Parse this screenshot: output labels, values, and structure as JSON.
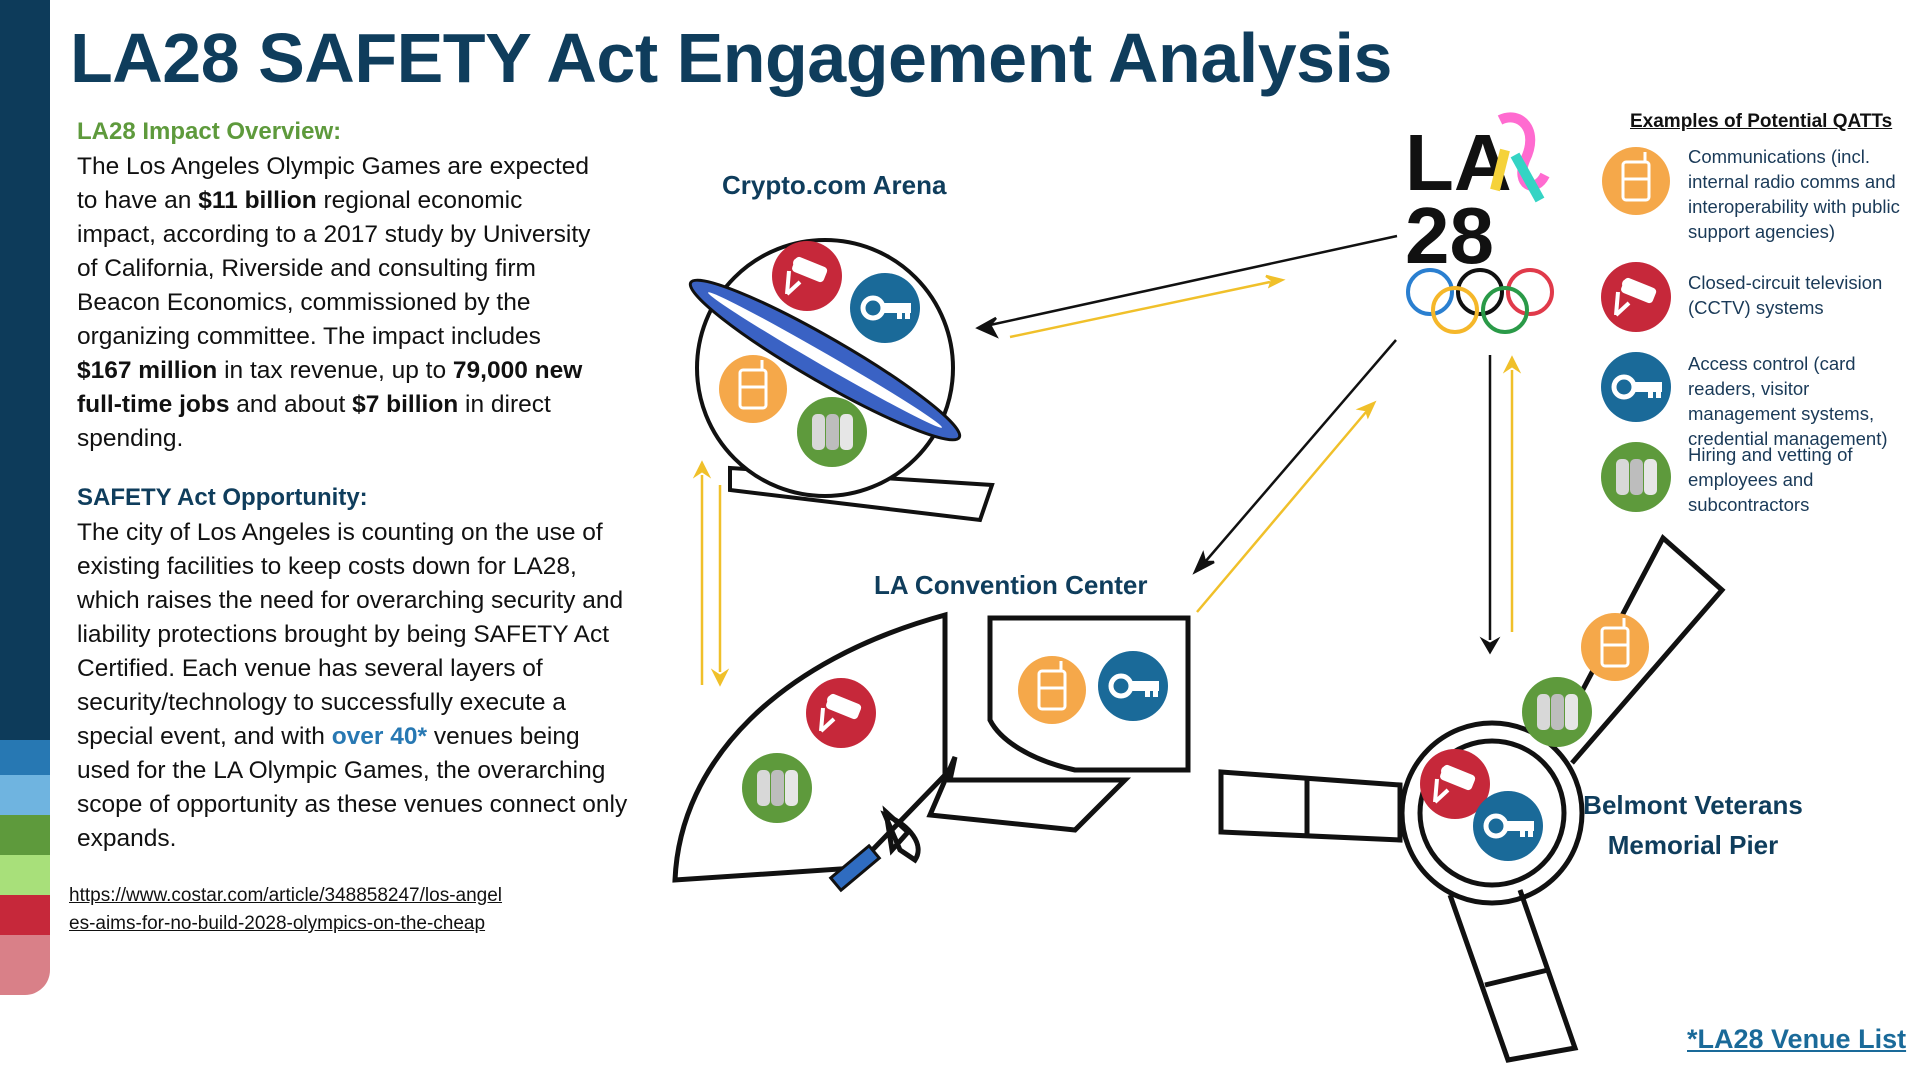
{
  "title": "LA28 SAFETY Act Engagement Analysis",
  "impact": {
    "heading": "LA28 Impact Overview:",
    "p1": "The Los Angeles Olympic Games are expected to have an ",
    "b1": "$11 billion",
    "p2": " regional economic impact, according to a 2017 study by University of California, Riverside and consulting firm Beacon Economics, commissioned by the organizing committee. The impact includes ",
    "b2": "$167 million",
    "p3": " in tax revenue, up to ",
    "b3": "79,000 new full-time jobs",
    "p4": " and about ",
    "b4": "$7 billion",
    "p5": " in direct spending."
  },
  "opportunity": {
    "heading": "SAFETY Act Opportunity:",
    "p1": "The city of Los Angeles is counting on the use of existing facilities to keep costs down for LA28, which raises the need for overarching security and liability protections brought by being SAFETY Act Certified. Each venue has several layers of security/technology to successfully execute a special event, and with ",
    "highlight": "over 40*",
    "p2": " venues being used for the LA Olympic Games, the overarching scope of opportunity as these venues connect only expands."
  },
  "source_link": "https://www.costar.com/article/348858247/los-angeles-aims-for-no-build-2028-olympics-on-the-cheap",
  "venues": {
    "crypto": "Crypto.com Arena",
    "convention": "LA Convention Center",
    "pier": "Belmont Veterans Memorial Pier"
  },
  "logo": {
    "line1": "LA",
    "line2": "28"
  },
  "legend": {
    "title": "Examples of Potential QATTs",
    "items": [
      {
        "icon": "communications-icon",
        "label": "Communications (incl. internal radio comms and interoperability with public support agencies)"
      },
      {
        "icon": "cctv-camera-icon",
        "label": "Closed-circuit television (CCTV) systems"
      },
      {
        "icon": "access-key-icon",
        "label": "Access control (card readers, visitor management systems, credential management)"
      },
      {
        "icon": "people-icon",
        "label": "Hiring and vetting of employees and subcontractors"
      }
    ]
  },
  "venue_list_link": "*LA28 Venue List",
  "colors": {
    "navy": "#0f3d5c",
    "green_heading": "#5e9a3c",
    "comm_orange": "#f5a84a",
    "cctv_red": "#c6283a",
    "access_blue": "#1a6a99",
    "hiring_green": "#5e9a3c",
    "gold_arrow": "#f0c02a",
    "arena_blue": "#3a62c4"
  }
}
